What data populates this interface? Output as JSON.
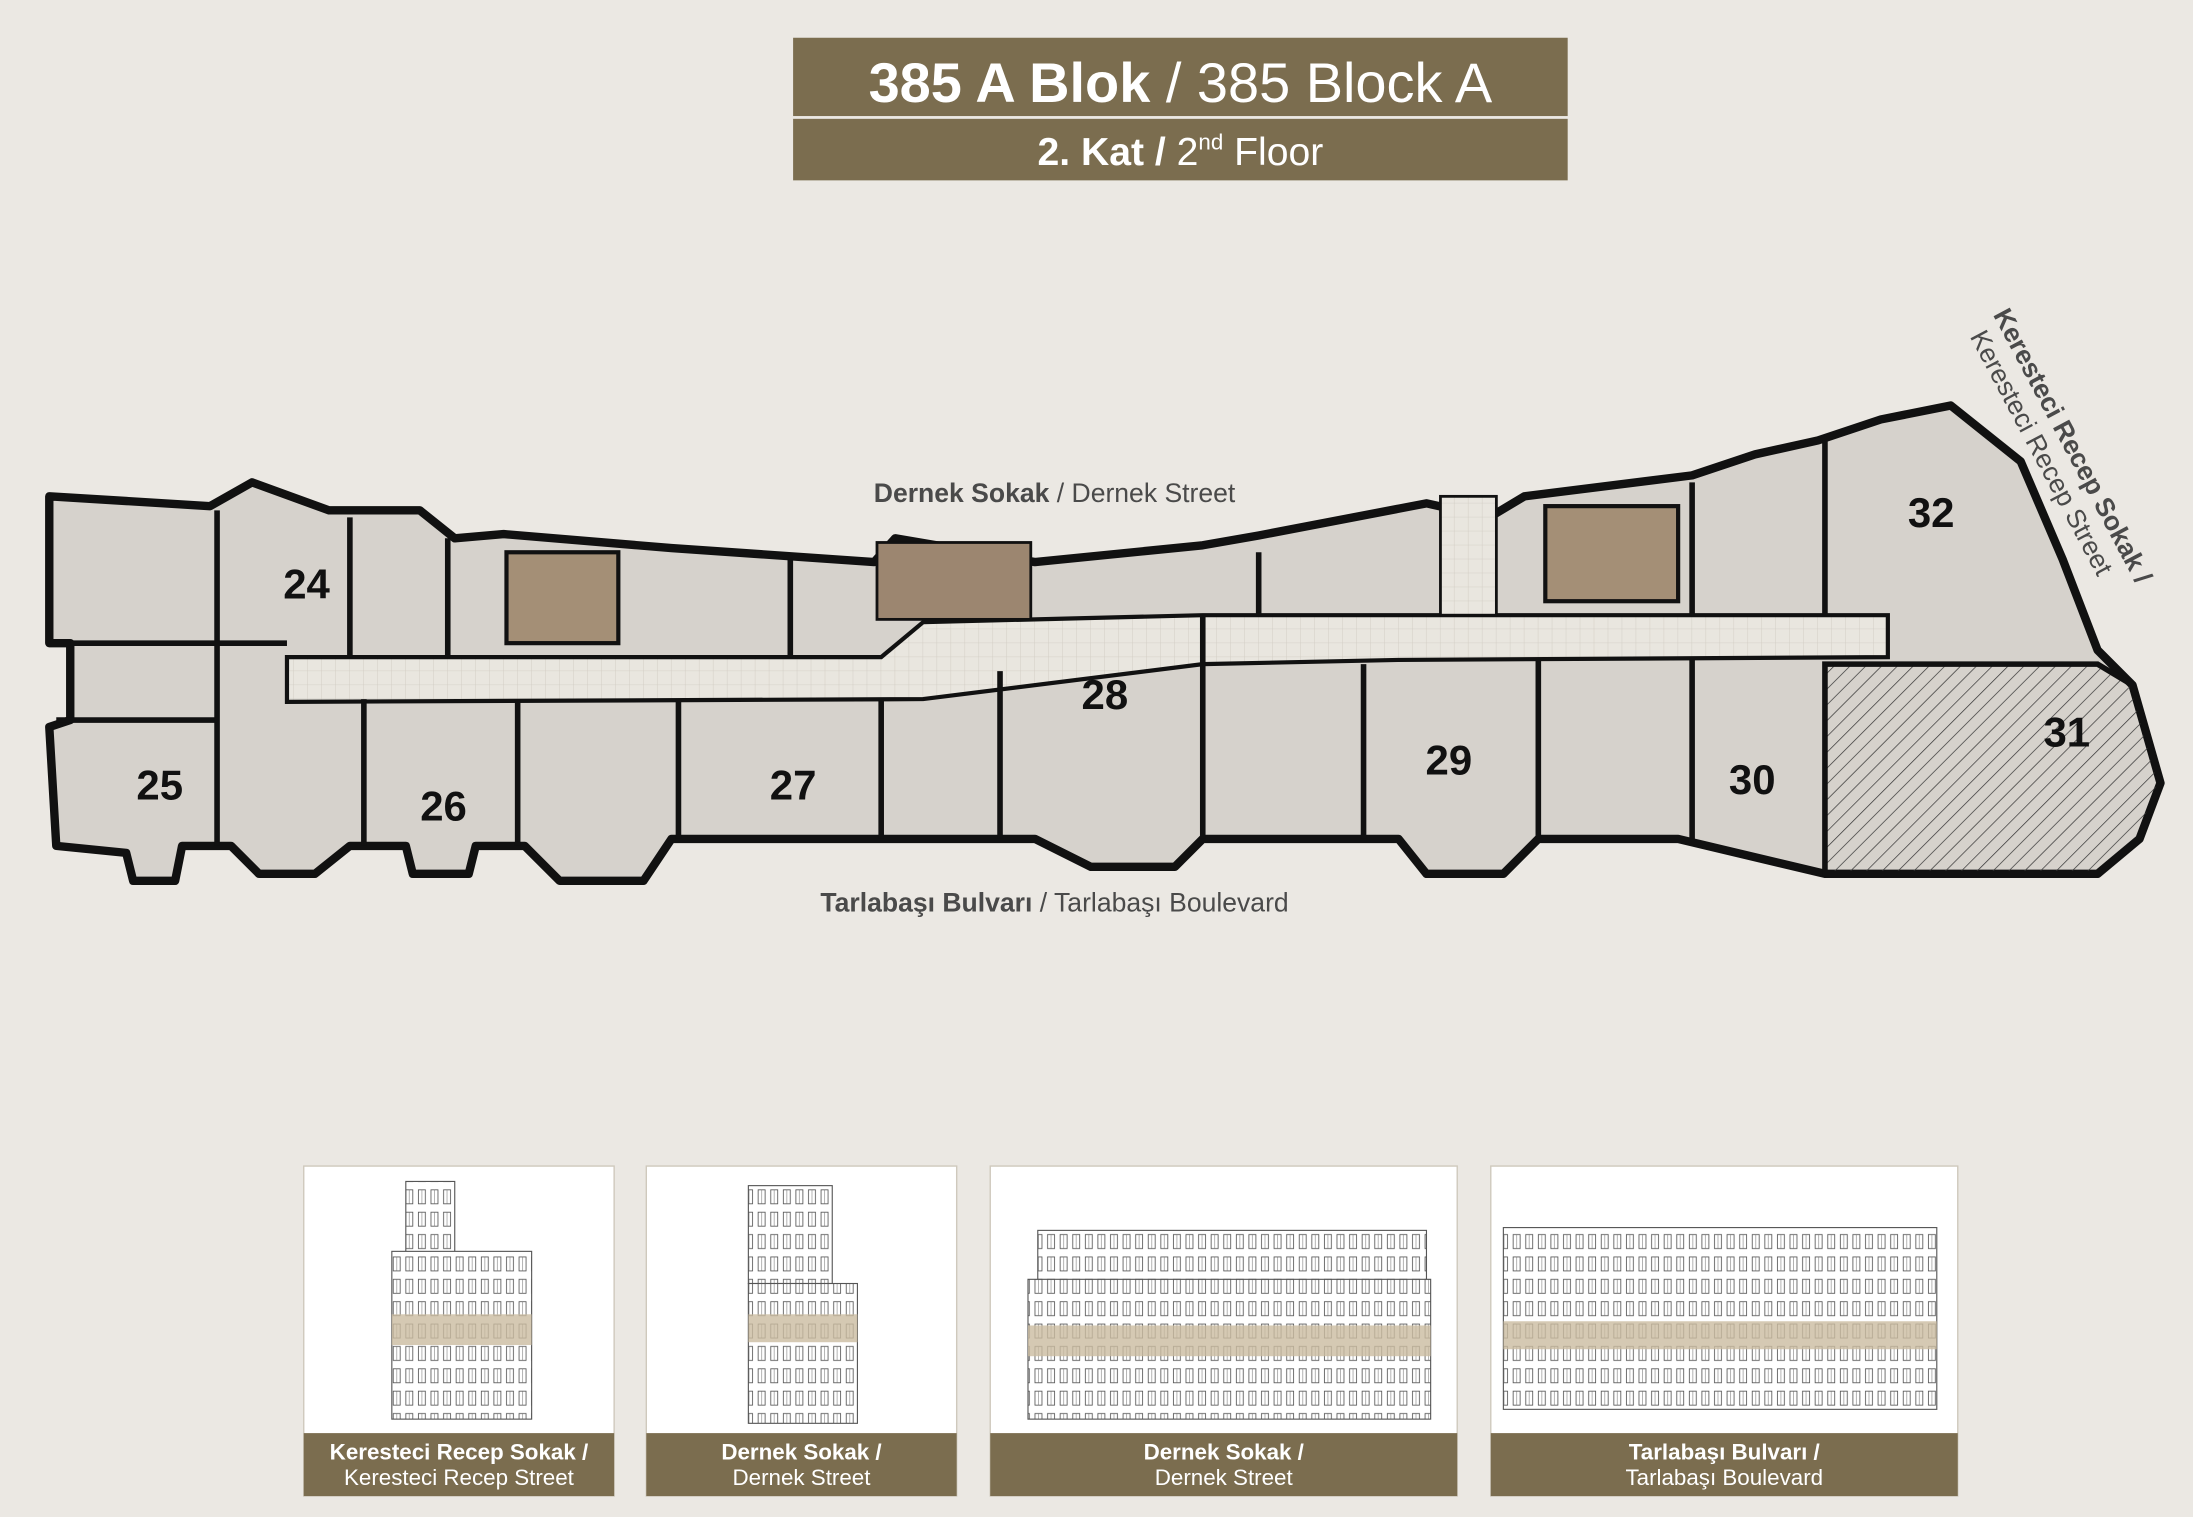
{
  "header": {
    "title_tr": "385 A Blok",
    "title_sep": " / ",
    "title_en": "385 Block A",
    "floor_tr": "2. Kat",
    "floor_sep": " / ",
    "floor_num": "2",
    "floor_sup": "nd",
    "floor_en": " Floor"
  },
  "streets": {
    "top_tr": "Dernek Sokak",
    "top_en": " / Dernek Street",
    "bottom_tr": "Tarlabaşı Bulvarı",
    "bottom_en": " / Tarlabaşı Boulevard",
    "side_tr": "Keresteci Recep Sokak /",
    "side_en": "Keresteci Recep Street"
  },
  "units": [
    "24",
    "25",
    "26",
    "27",
    "28",
    "29",
    "30",
    "31",
    "32"
  ],
  "elevations": [
    {
      "line1": "Keresteci Recep Sokak /",
      "line2": "Keresteci Recep Street"
    },
    {
      "line1": "Dernek Sokak /",
      "line2": "Dernek Street"
    },
    {
      "line1": "Dernek Sokak /",
      "line2": "Dernek Street"
    },
    {
      "line1": "Tarlabaşı Bulvarı /",
      "line2": "Tarlabaşı Boulevard"
    }
  ],
  "colors": {
    "brand": "#7b6d4f",
    "background": "#ebe8e3",
    "highlight": "#cbbba0"
  }
}
